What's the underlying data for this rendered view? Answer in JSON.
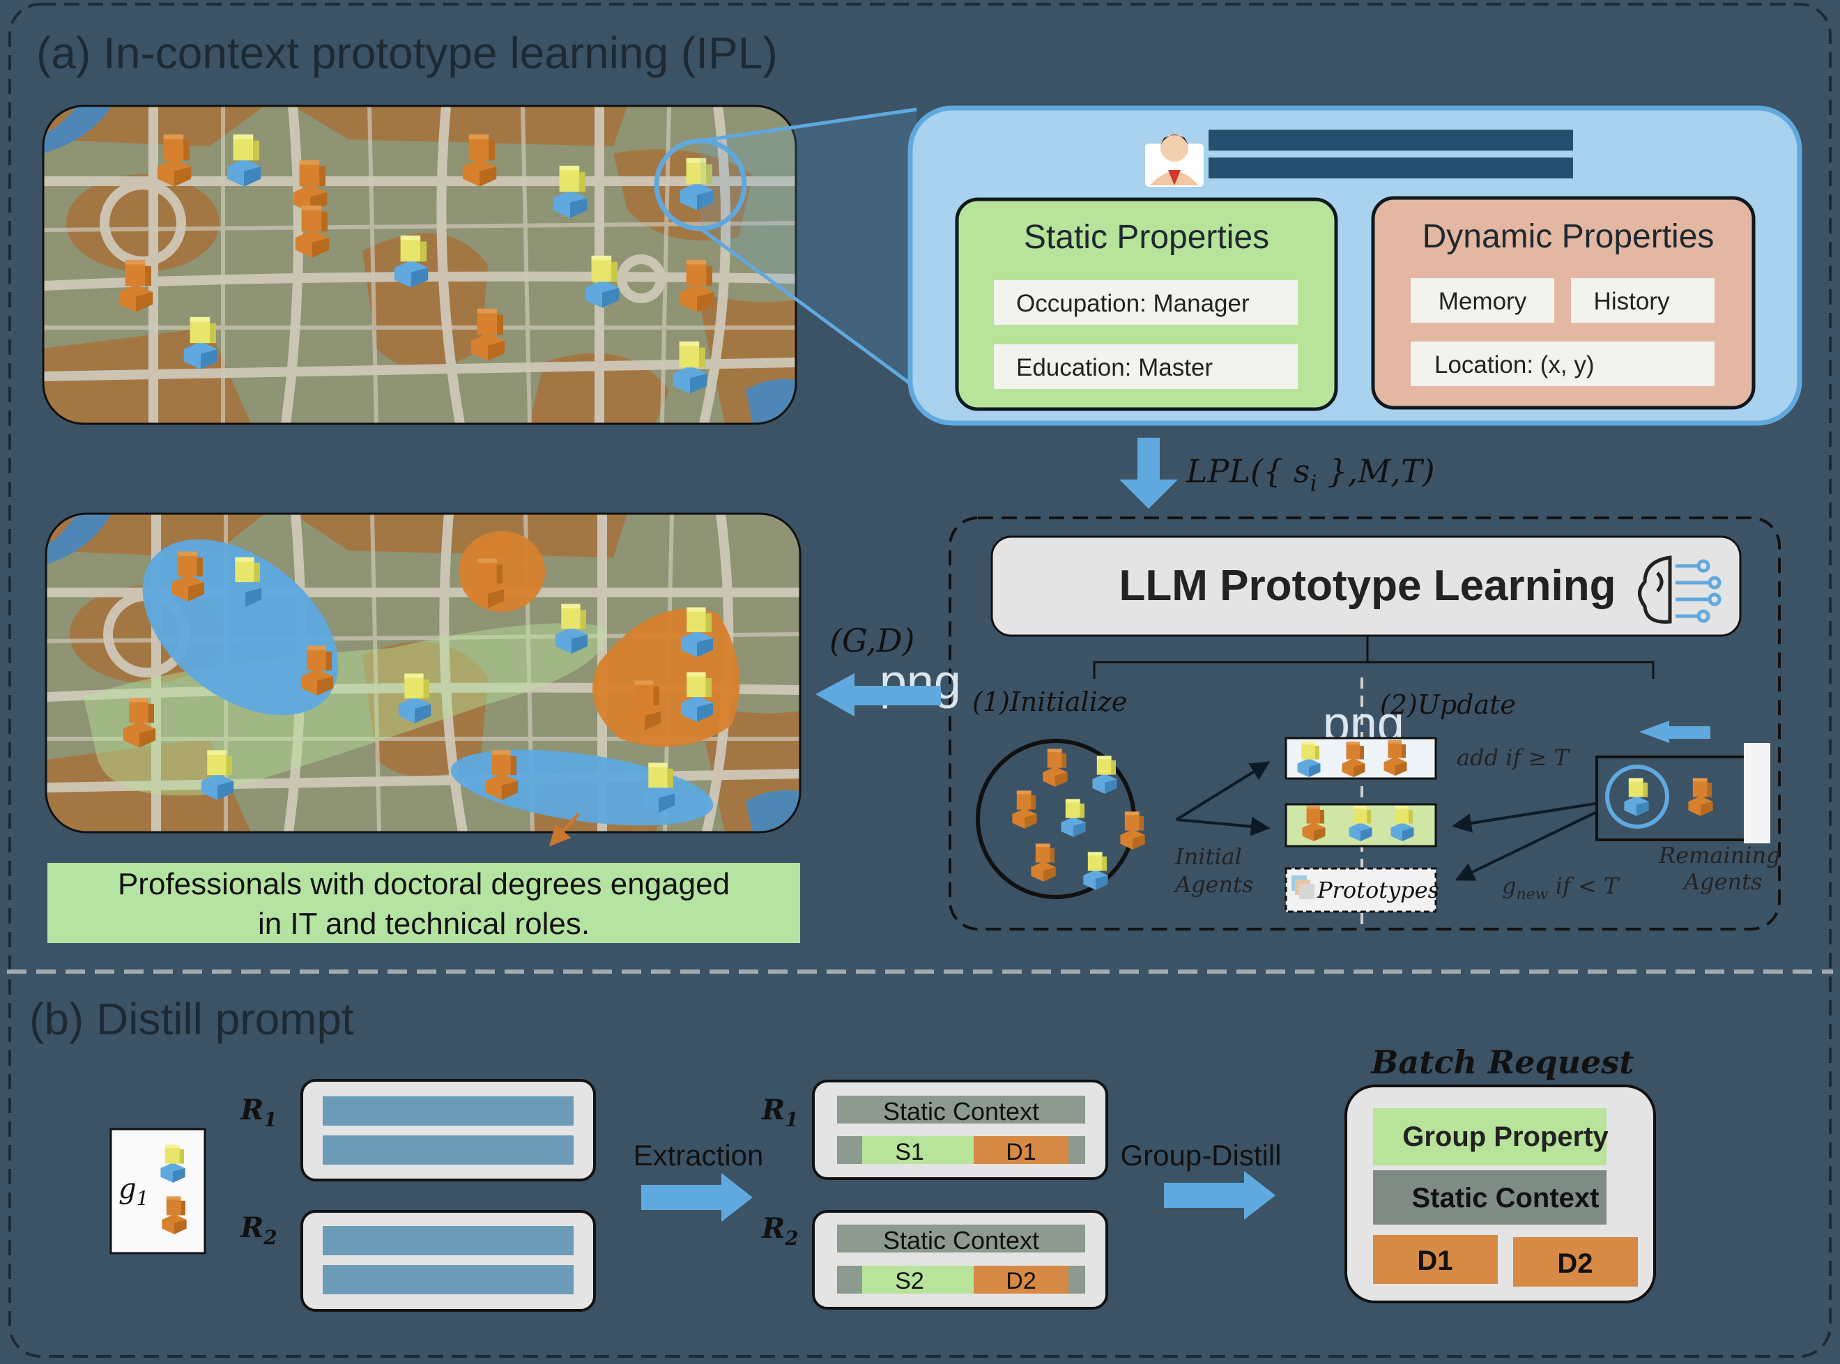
{
  "section_a": {
    "title": "(a) In-context prototype learning (IPL)",
    "profile": {
      "static": {
        "heading": "Static Properties",
        "items": [
          "Occupation: Manager",
          "Education: Master"
        ]
      },
      "dynamic": {
        "heading": "Dynamic Properties",
        "items": [
          "Memory",
          "History",
          "Location: (x, y)"
        ]
      }
    },
    "formula": "LPL({ s",
    "formula_sub": "i",
    "formula_tail": " },M,T)",
    "gd_label": "(G,D)",
    "png_artifact": "png",
    "llm_title": "LLM Prototype Learning",
    "step1": "(1)Initialize",
    "step2": "(2)Update",
    "initial_agents": [
      "Initial",
      "Agents"
    ],
    "remaining_agents": [
      "Remaining",
      "Agents"
    ],
    "add_if": "add if ≥ T",
    "gnew_main": "g",
    "gnew_sub": "new",
    "gnew_tail": " if < T",
    "prototypes": "Prototypes",
    "caption": [
      "Professionals  with doctoral degrees engaged",
      "in IT and technical roles."
    ]
  },
  "section_b": {
    "title": "(b) Distill prompt",
    "g1_main": "g",
    "g1_sub": "1",
    "r_labels": [
      {
        "main": "R",
        "sub": "1"
      },
      {
        "main": "R",
        "sub": "2"
      }
    ],
    "extraction": "Extraction",
    "group_distill": "Group-Distill",
    "ctx": [
      {
        "head": "Static Context",
        "s": "S1",
        "d": "D1"
      },
      {
        "head": "Static Context",
        "s": "S2",
        "d": "D2"
      }
    ],
    "batch": {
      "title": "Batch Request",
      "group": "Group Property",
      "static": "Static Context",
      "d1": "D1",
      "d2": "D2"
    }
  },
  "colors": {
    "background": "#3c5366",
    "light_blue": "#a9d2ee",
    "green_box": "#b8e39b",
    "peach_box": "#e3b7a1",
    "agent_orange": "#d7812e",
    "agent_blue": "#5fa9df",
    "caption_bg": "#b5e3a1",
    "static_ctx": "#7f8c86",
    "d_box": "#d68a46"
  }
}
